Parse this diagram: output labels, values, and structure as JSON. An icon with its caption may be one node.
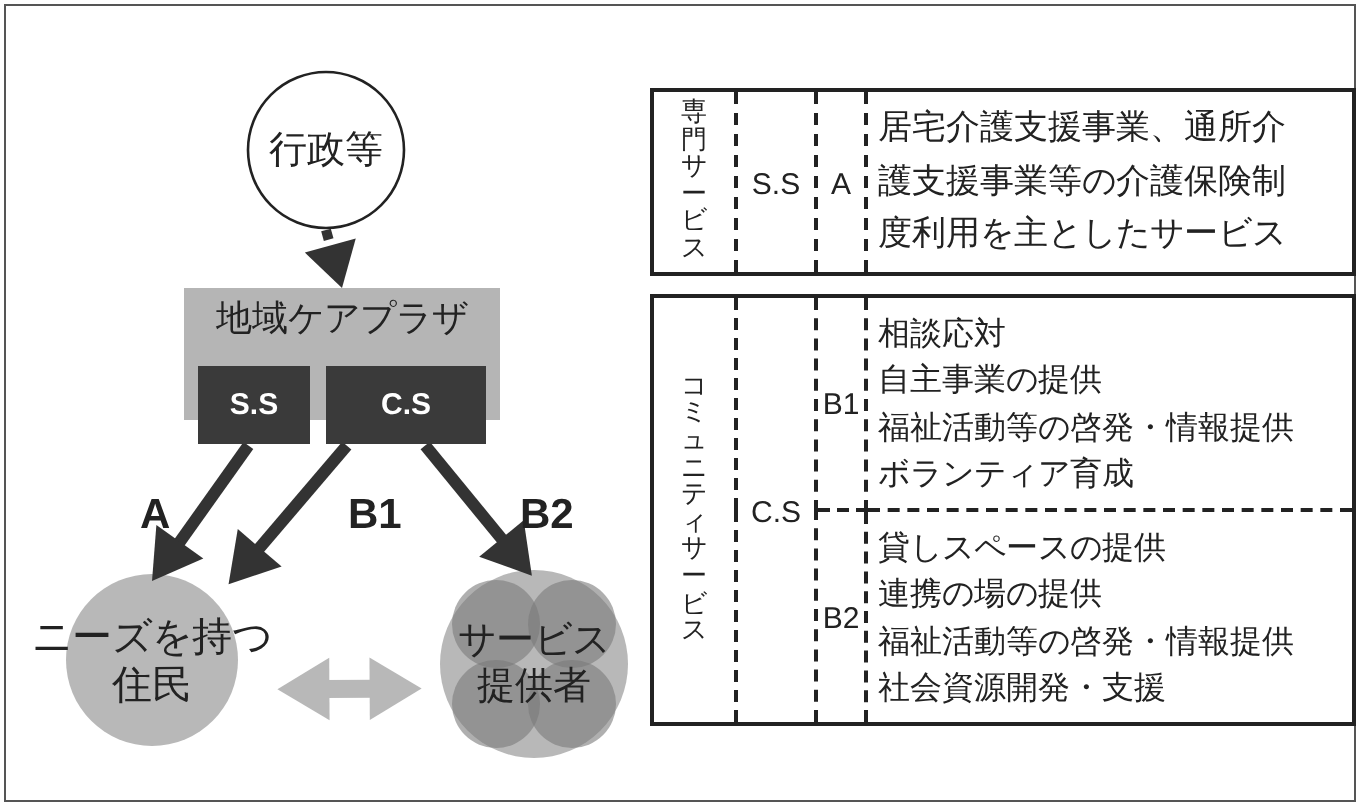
{
  "diagram": {
    "nodes": [
      {
        "text": [
          "行政等"
        ]
      },
      {
        "text": [
          "地域ケアプラザ"
        ]
      },
      {
        "text": [
          "S.S"
        ]
      },
      {
        "text": [
          "C.S"
        ]
      },
      {
        "text": [
          "ニーズを持つ住民"
        ]
      },
      {
        "text": [
          "サービス提供者"
        ]
      }
    ],
    "edges": [
      {
        "from": 0,
        "to": 1,
        "arrow": "to",
        "style": "dashed"
      },
      {
        "from": 2,
        "to": 4,
        "arrow": "to",
        "label": "A"
      },
      {
        "from": 3,
        "to": 4,
        "arrow": "to",
        "label": "B1"
      },
      {
        "from": 3,
        "to": 5,
        "arrow": "to",
        "label": "B2"
      },
      {
        "from": 4,
        "to": 5,
        "arrow": "both",
        "color": "#b8b8b8"
      }
    ],
    "labels": [
      "専門サービス",
      "S.S",
      "A",
      "居宅介護支援事業、通所介護支援事業等の介護保険制度利用を主としたサービス",
      "コミュニティサービス",
      "C.S",
      "B1",
      "相談応対",
      "自主事業の提供",
      "福祉活動等の啓発・情報提供",
      "ボランティア育成",
      "B2",
      "貸しスペースの提供",
      "連携の場の提供",
      "福祉活動等の啓発・情報提供",
      "社会資源開発・支援"
    ]
  }
}
